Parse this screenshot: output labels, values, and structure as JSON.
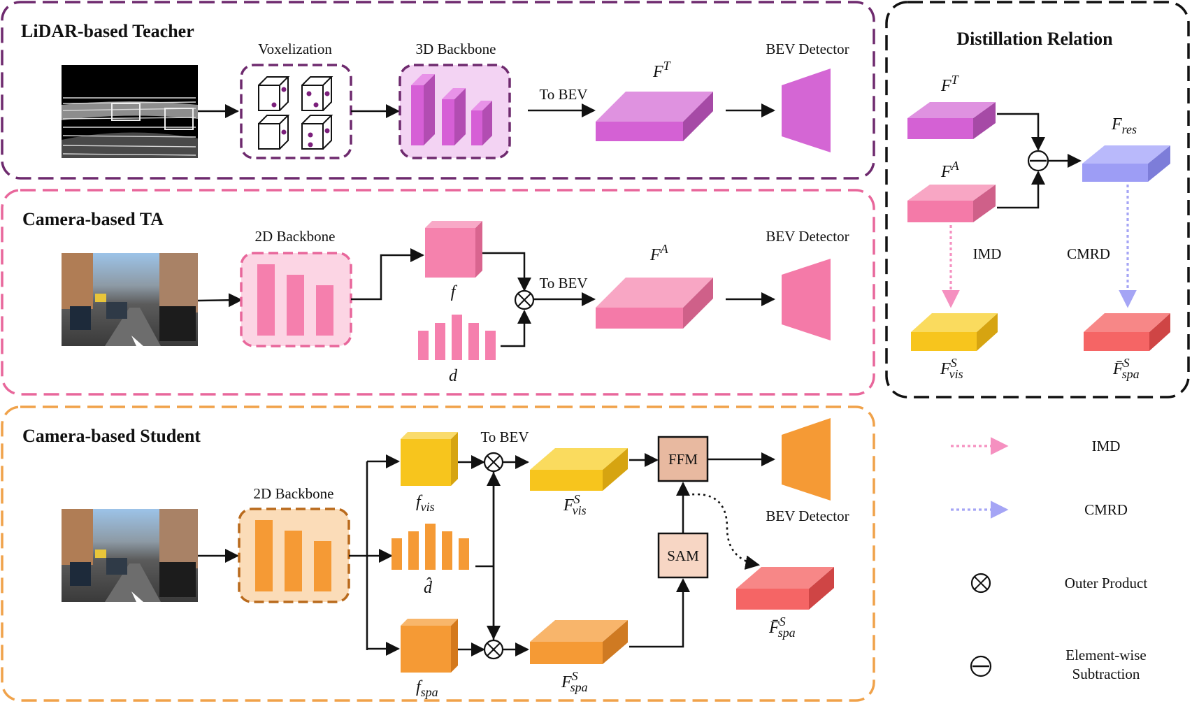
{
  "panels": {
    "teacher": {
      "title": "LiDAR-based Teacher",
      "color": "#6e2a6e"
    },
    "ta": {
      "title": "Camera-based TA",
      "color": "#e8679b"
    },
    "student": {
      "title": "Camera-based Student",
      "color": "#f0a24a"
    },
    "relation": {
      "title": "Distillation Relation",
      "color": "#111111"
    }
  },
  "teacher": {
    "voxelization": "Voxelization",
    "backbone": "3D Backbone",
    "to_bev": "To BEV",
    "feature": "F",
    "feature_sup": "T",
    "detector": "BEV Detector"
  },
  "ta": {
    "backbone": "2D Backbone",
    "f": "f",
    "d": "d",
    "to_bev": "To BEV",
    "feature": "F",
    "feature_sup": "A",
    "detector": "BEV Detector"
  },
  "student": {
    "backbone": "2D Backbone",
    "to_bev": "To BEV",
    "f_vis": "f",
    "f_vis_sub": "vis",
    "d_hat": "d̂",
    "f_spa": "f",
    "f_spa_sub": "spa",
    "F_vis": "F",
    "F_vis_sup": "S",
    "F_vis_sub": "vis",
    "F_spa": "F",
    "F_spa_sup": "S",
    "F_spa_sub": "spa",
    "ffm": "FFM",
    "sam": "SAM",
    "detector": "BEV Detector",
    "F_spa_bar": "F̄",
    "F_spa_bar_sup": "S",
    "F_spa_bar_sub": "spa"
  },
  "relation": {
    "FT": "F",
    "FT_sup": "T",
    "FA": "F",
    "FA_sup": "A",
    "Fres": "F",
    "Fres_sub": "res",
    "imd": "IMD",
    "cmrd": "CMRD",
    "Fvis": "F",
    "Fvis_sup": "S",
    "Fvis_sub": "vis",
    "Fspa": "F̄",
    "Fspa_sup": "S",
    "Fspa_sub": "spa"
  },
  "legend": {
    "imd": "IMD",
    "cmrd": "CMRD",
    "outer": "Outer Product",
    "subtract_line1": "Element-wise",
    "subtract_line2": "Subtraction"
  },
  "colors": {
    "purple": "#d17ad6",
    "pink": "#f890b6",
    "orange": "#f59a35",
    "yellow": "#f7c51d",
    "red": "#f56565",
    "blue": "#a9a9fa",
    "imd_arrow": "#f590c0",
    "cmrd_arrow": "#a5a5f5",
    "ffm": "#e8b9a0",
    "sam": "#f7d6c4"
  },
  "icons": [
    "outer-product-icon",
    "subtraction-icon",
    "voxel-cube-icon",
    "trapezoid-detector-icon"
  ]
}
